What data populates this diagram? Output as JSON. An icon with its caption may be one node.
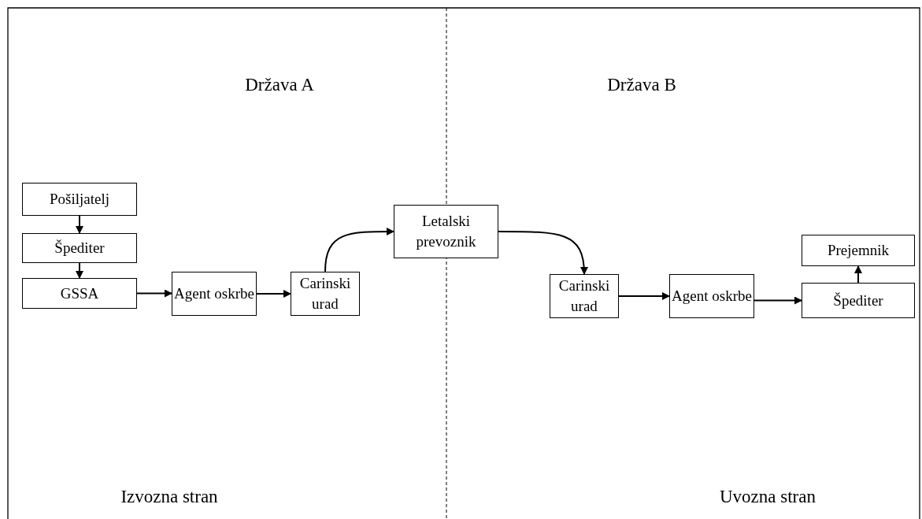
{
  "diagram": {
    "nodes": [
      {
        "text": [
          "Pošiljatelj"
        ]
      },
      {
        "text": [
          "Špediter"
        ]
      },
      {
        "text": [
          "GSSA"
        ]
      },
      {
        "text": [
          "Agent oskrbe"
        ]
      },
      {
        "text": [
          "Carinski urad"
        ]
      },
      {
        "text": [
          "Letalski prevoznik"
        ]
      },
      {
        "text": [
          "Carinski urad"
        ]
      },
      {
        "text": [
          "Agent oskrbe"
        ]
      },
      {
        "text": [
          "Prejemnik"
        ]
      },
      {
        "text": [
          "Špediter"
        ]
      }
    ],
    "edges": [
      {
        "from": 0,
        "to": 1,
        "arrow": "to"
      },
      {
        "from": 1,
        "to": 2,
        "arrow": "to"
      },
      {
        "from": 2,
        "to": 3,
        "arrow": "to"
      },
      {
        "from": 3,
        "to": 4,
        "arrow": "to"
      },
      {
        "from": 4,
        "to": 5,
        "arrow": "to"
      },
      {
        "from": 5,
        "to": 6,
        "arrow": "to"
      },
      {
        "from": 6,
        "to": 7,
        "arrow": "to"
      },
      {
        "from": 7,
        "to": 9,
        "arrow": "to"
      },
      {
        "from": 9,
        "to": 8,
        "arrow": "to"
      }
    ],
    "labels": [
      "Država A",
      "Država B",
      "Izvozna stran",
      "Uvozna stran"
    ]
  }
}
